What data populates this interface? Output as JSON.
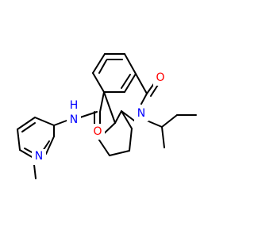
{
  "molecule": {
    "atom_labels": {
      "nitrogen_amide": "N",
      "hydrogen_amide": "H",
      "nitrogen_pyridine": "N",
      "nitrogen_ring": "N",
      "oxygen_amide": "O",
      "oxygen_lactam": "O"
    }
  },
  "colors": {
    "bond": "#000000",
    "nitrogen": "#0000ff",
    "oxygen": "#ff0000",
    "background": "#ffffff"
  }
}
